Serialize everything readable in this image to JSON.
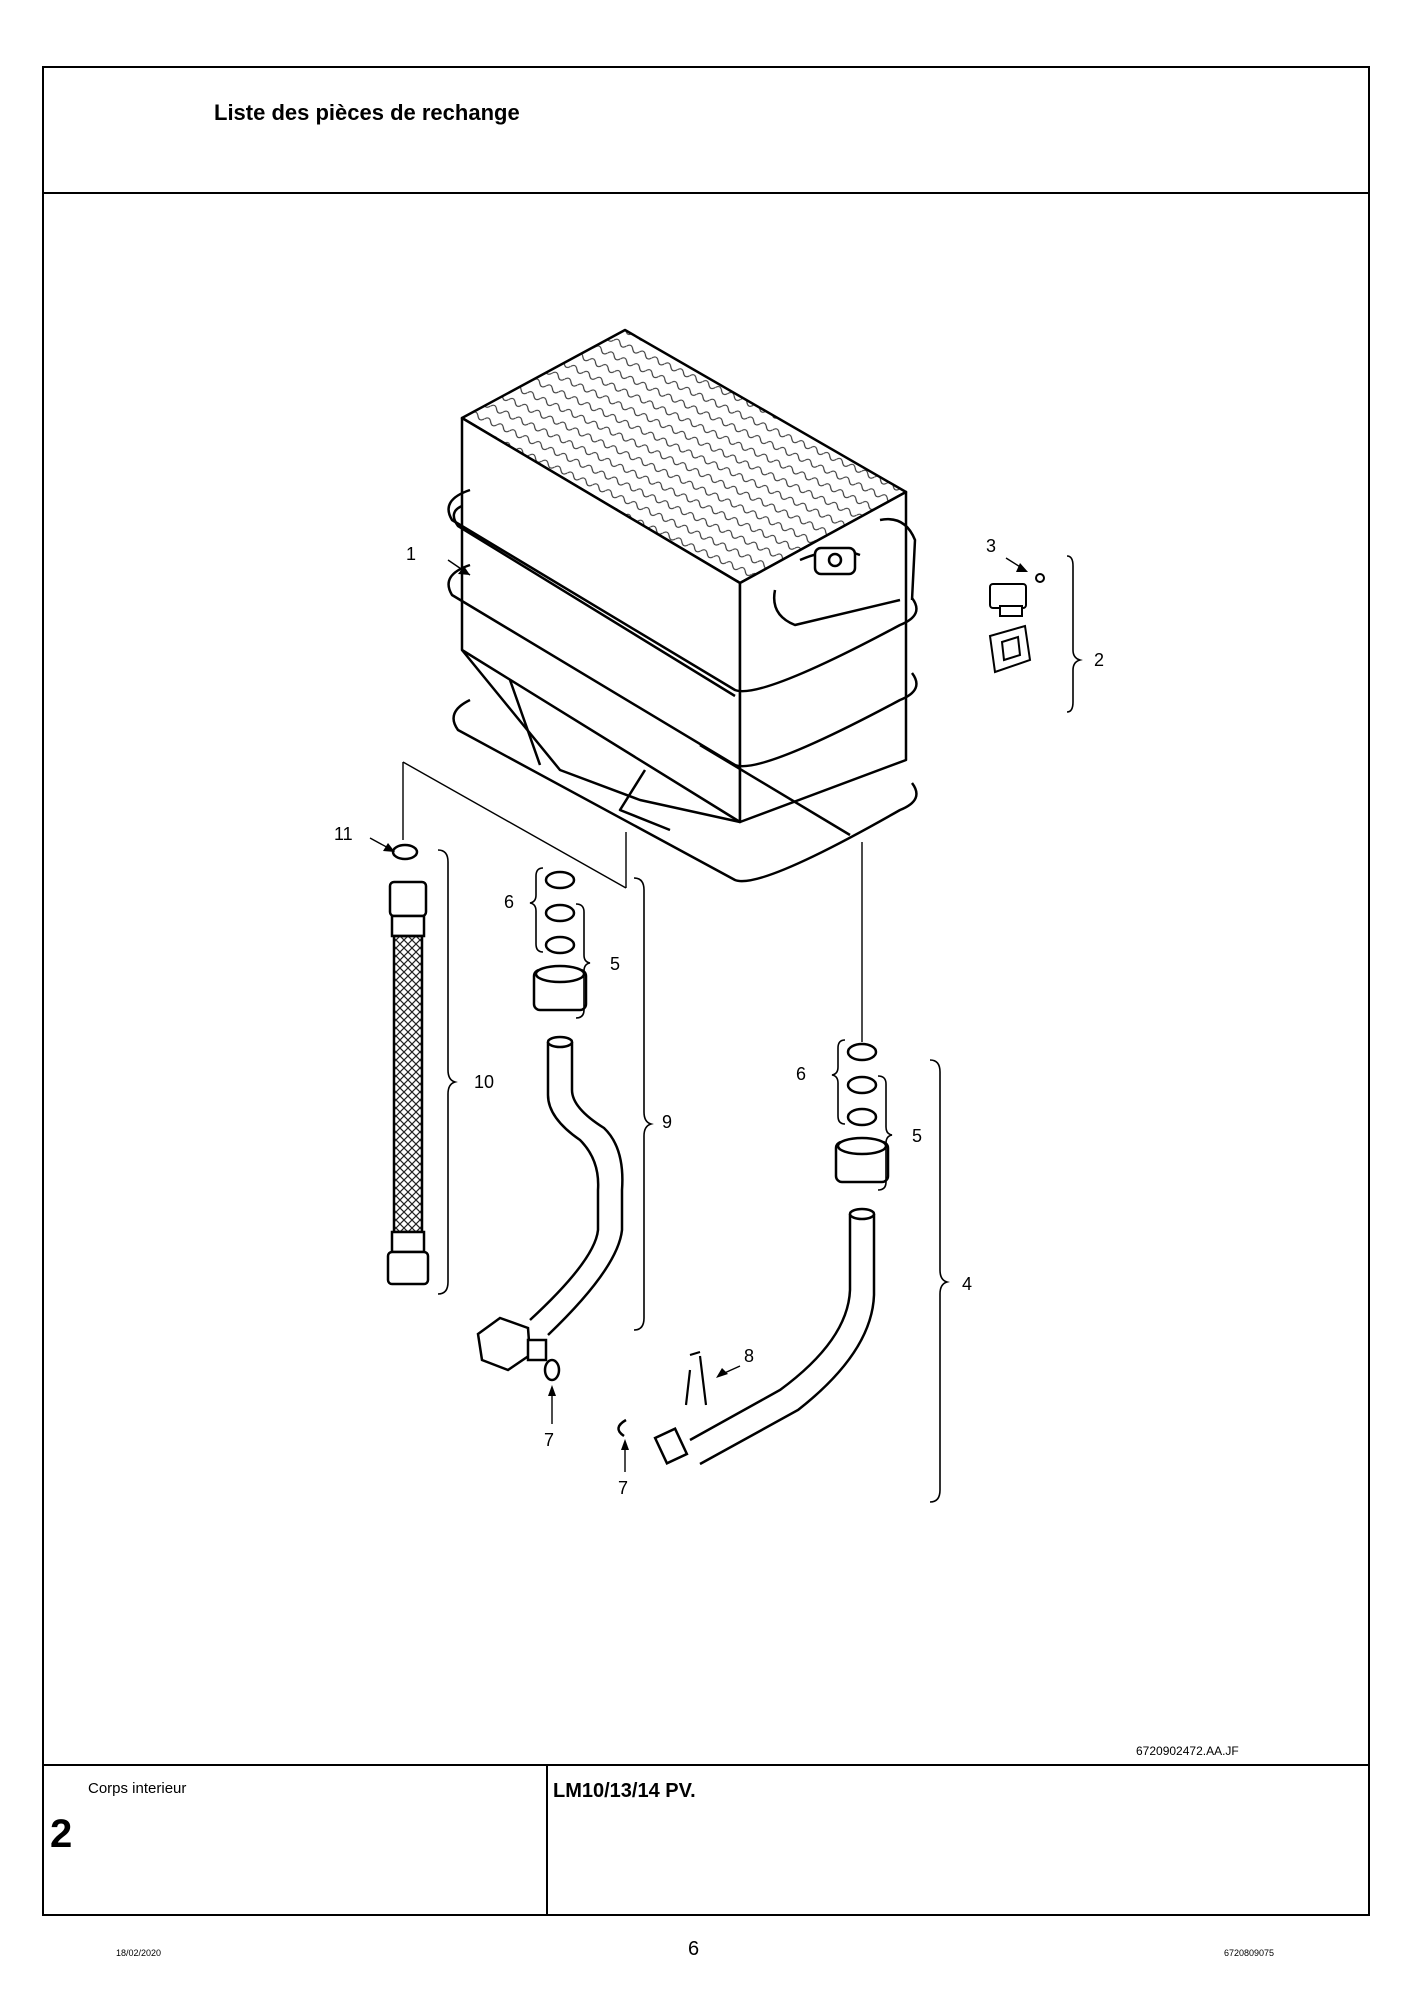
{
  "header": {
    "title": "Liste des pièces de rechange"
  },
  "drawing": {
    "reference": "6720902472.AA.JF",
    "callouts": [
      "1",
      "2",
      "3",
      "4",
      "5",
      "5",
      "6",
      "6",
      "7",
      "7",
      "8",
      "9",
      "10",
      "11"
    ]
  },
  "footer_table": {
    "section_name": "Corps interieur",
    "section_number": "2",
    "model": "LM10/13/14 PV."
  },
  "page_footer": {
    "date": "18/02/2020",
    "page_number": "6",
    "doc_number": "6720809075"
  }
}
